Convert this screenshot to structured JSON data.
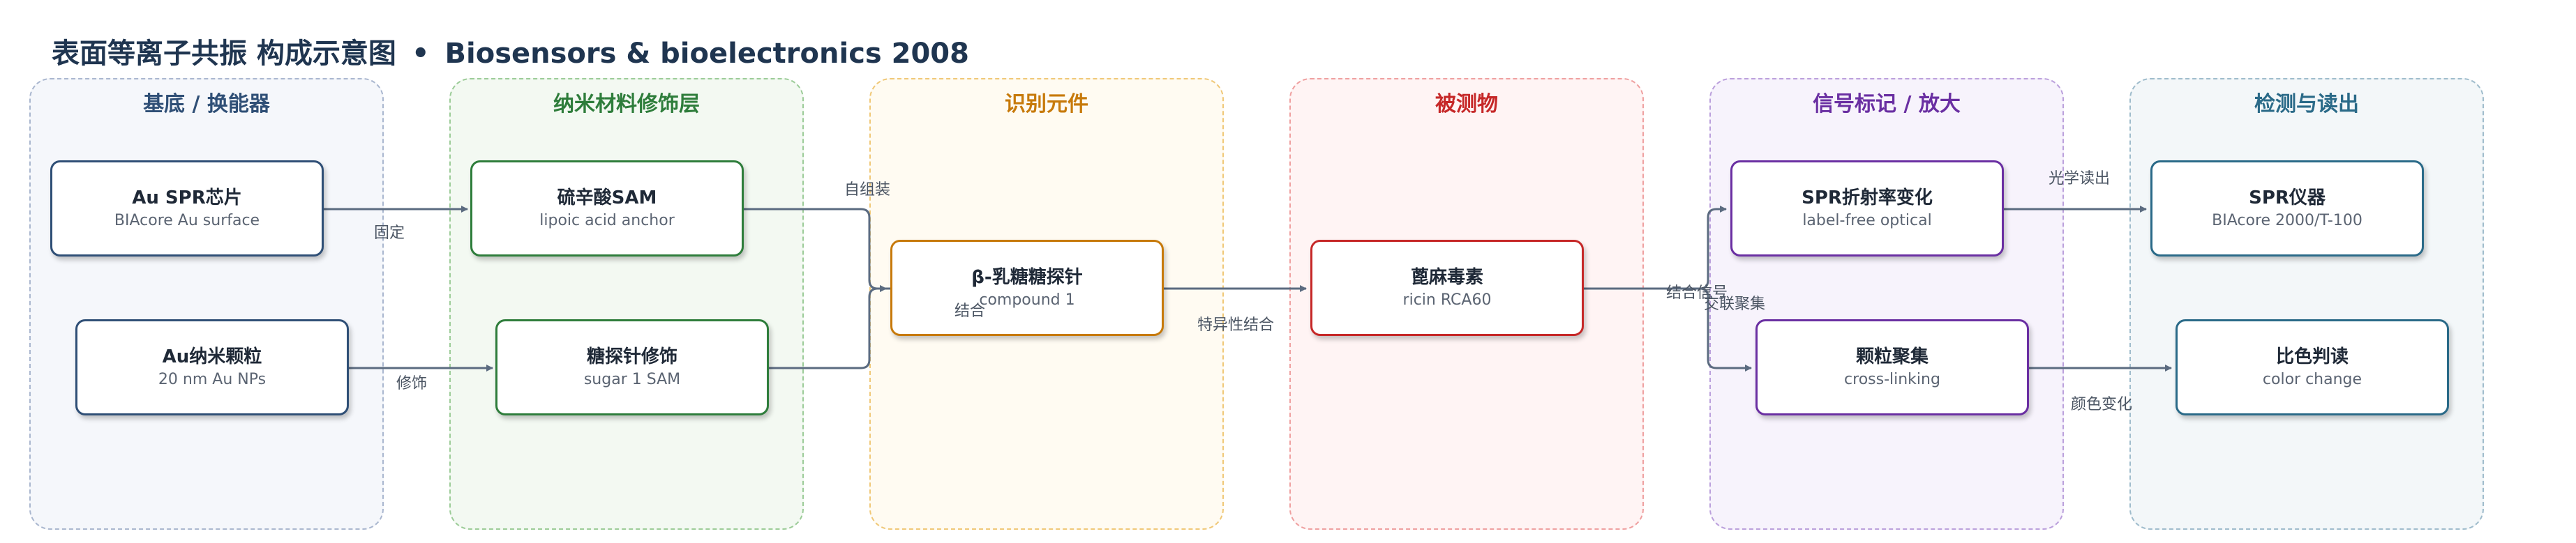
{
  "header": {
    "title_cn": "表面等离子共振 构成示意图",
    "separator": "•",
    "title_en": "Biosensors & bioelectronics 2008"
  },
  "lanes": [
    {
      "title": "基底 / 换能器",
      "color": "#2f4f76",
      "fill": "#f5f7fb",
      "border": "#aab7cf"
    },
    {
      "title": "纳米材料修饰层",
      "color": "#2e7d3b",
      "fill": "#f3f9f2",
      "border": "#9ccc98"
    },
    {
      "title": "识别元件",
      "color": "#c77a0b",
      "fill": "#fffbf2",
      "border": "#f0c878"
    },
    {
      "title": "被测物",
      "color": "#c62828",
      "fill": "#fff4f4",
      "border": "#efa0a0"
    },
    {
      "title": "信号标记 / 放大",
      "color": "#6a2fa2",
      "fill": "#f7f3fc",
      "border": "#bba0dc"
    },
    {
      "title": "检测与读出",
      "color": "#2a6a88",
      "fill": "#f3f7f9",
      "border": "#9fbccc"
    }
  ],
  "nodes": {
    "au_chip": {
      "name": "Au SPR芯片",
      "sub": "BIAcore Au surface",
      "color": "#2f4f76"
    },
    "au_np": {
      "name": "Au纳米颗粒",
      "sub": "20 nm Au NPs",
      "color": "#2f4f76"
    },
    "sam": {
      "name": "硫辛酸SAM",
      "sub": "lipoic acid anchor",
      "color": "#2e7d3b"
    },
    "sugar_sam": {
      "name": "糖探针修饰",
      "sub": "sugar 1 SAM",
      "color": "#2e7d3b"
    },
    "probe": {
      "name": "β-乳糖糖探针",
      "sub": "compound 1",
      "color": "#c77a0b"
    },
    "ricin": {
      "name": "蓖麻毒素",
      "sub": "ricin RCA60",
      "color": "#c62828"
    },
    "spr_shift": {
      "name": "SPR折射率变化",
      "sub": "label-free optical",
      "color": "#6a2fa2"
    },
    "aggregation": {
      "name": "颗粒聚集",
      "sub": "cross-linking",
      "color": "#6a2fa2"
    },
    "spr_instrument": {
      "name": "SPR仪器",
      "sub": "BIAcore 2000/T-100",
      "color": "#2a6a88"
    },
    "colorimetric": {
      "name": "比色判读",
      "sub": "color change",
      "color": "#2a6a88"
    }
  },
  "edges": {
    "fix": "固定",
    "modify": "修饰",
    "self_assembly": "自组装",
    "bind": "结合",
    "specific_binding": "特异性结合",
    "binding_change": "结合信号",
    "crosslink": "交联聚集",
    "optical_readout": "光学读出",
    "color_change": "颜色变化"
  }
}
